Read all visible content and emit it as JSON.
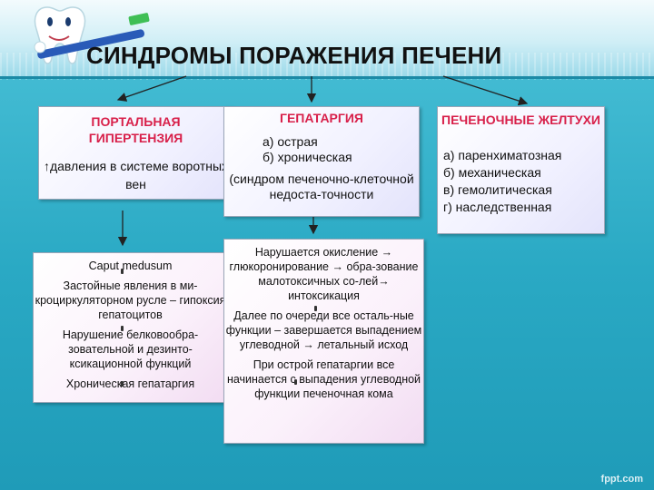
{
  "title": "СИНДРОМЫ ПОРАЖЕНИЯ ПЕЧЕНИ",
  "boxes": {
    "portal": {
      "heading": "ПОРТАЛЬНАЯ ГИПЕРТЕНЗИЯ",
      "body": "↑давления в системе воротных вен"
    },
    "hepatargy": {
      "heading": "ГЕПАТАРГИЯ",
      "items": [
        "а) острая",
        "б) хроническая"
      ],
      "note": "(синдром печеночно-клеточной недоста-точности"
    },
    "jaundice": {
      "heading": "ПЕЧЕНОЧНЫЕ ЖЕЛТУХИ",
      "items": [
        "а) паренхиматозная",
        "б) механическая",
        "в) гемолитическая",
        "г) наследственная"
      ]
    },
    "portal_details": [
      "Caput medusum",
      "Застойные явления в ми-кроциркуляторном русле – гипоксия гепатоцитов",
      "Нарушение белковообра-зовательной и дезинто-ксикационной функций",
      "Хроническая гепатаргия"
    ],
    "hepatargy_details": [
      "Нарушается окисление → глюкоронирование → обра-зование малотоксичных со-лей→ интоксикация",
      "Далее по очереди все осталь-ные функции – завершается выпадением углеводной → летальный исход",
      "При острой гепатаргии все начинается с выпадения углеводной функции печеночная кома"
    ]
  },
  "watermark": "fppt.com",
  "colors": {
    "heading": "#d8204a",
    "background": "#2aa9c4",
    "arrow": "#222222"
  }
}
